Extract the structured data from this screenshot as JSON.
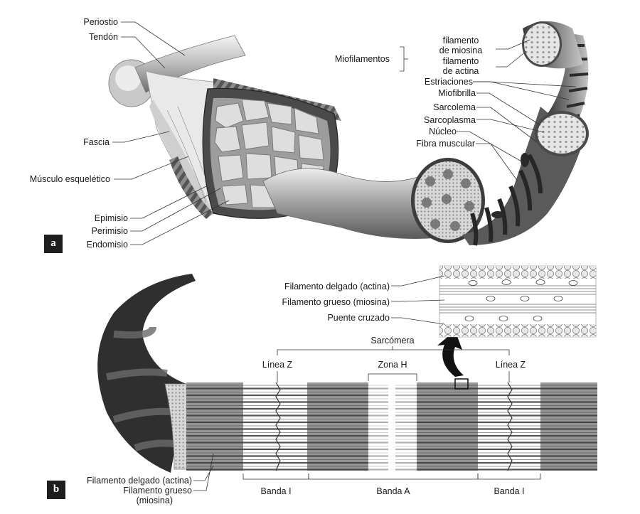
{
  "panel_a": {
    "badge": "a",
    "labels": {
      "periostio": "Periostio",
      "tendon": "Tendón",
      "fascia": "Fascia",
      "musculo": "Músculo esquelético",
      "epimisio": "Epimisio",
      "perimisio": "Perimisio",
      "endomisio": "Endomisio",
      "miofilamentos": "Miofilamentos",
      "fil_miosina_1": "filamento",
      "fil_miosina_2": "de miosina",
      "fil_actina_1": "filamento",
      "fil_actina_2": "de actina",
      "estriaciones": "Estriaciones",
      "miofibrilla": "Miofibrilla",
      "sarcolema": "Sarcolema",
      "sarcoplasma": "Sarcoplasma",
      "nucleo": "Núcleo",
      "fibra": "Fibra muscular"
    }
  },
  "panel_b": {
    "badge": "b",
    "labels": {
      "delgado_top": "Filamento delgado (actina)",
      "grueso_top": "Filamento grueso (miosina)",
      "puente": "Puente cruzado",
      "sarcomera": "Sarcómera",
      "linea_z_left": "Línea Z",
      "zona_h": "Zona H",
      "linea_z_right": "Línea Z",
      "delgado_bottom": "Filamento delgado (actina)",
      "grueso_bottom_1": "Filamento grueso",
      "grueso_bottom_2": "(miosina)",
      "banda_i_left": "Banda I",
      "banda_a": "Banda A",
      "banda_i_right": "Banda I"
    }
  }
}
